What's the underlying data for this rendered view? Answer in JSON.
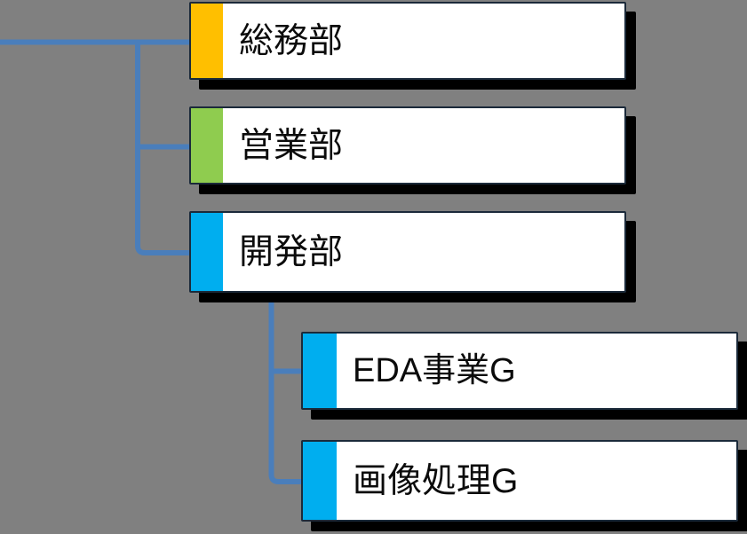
{
  "diagram": {
    "type": "org-chart",
    "title": "",
    "background_color": "#808080",
    "connector_color": "#4a7ebb",
    "box_fill_color": "#ffffff",
    "box_border_color": "#1b2a3a",
    "box_shadow_color": "#000000",
    "nodes": [
      {
        "id": "soumu",
        "label": "総務部",
        "accent_color": "#ffbf00",
        "level": 1,
        "parent": null
      },
      {
        "id": "eigyo",
        "label": "営業部",
        "accent_color": "#8fcc4f",
        "level": 1,
        "parent": null
      },
      {
        "id": "kaihatsu",
        "label": "開発部",
        "accent_color": "#00aeef",
        "level": 1,
        "parent": null
      },
      {
        "id": "eda",
        "label": "EDA事業G",
        "accent_color": "#00aeef",
        "level": 2,
        "parent": "kaihatsu"
      },
      {
        "id": "gazou",
        "label": "画像処理G",
        "accent_color": "#00aeef",
        "level": 2,
        "parent": "kaihatsu"
      }
    ]
  }
}
